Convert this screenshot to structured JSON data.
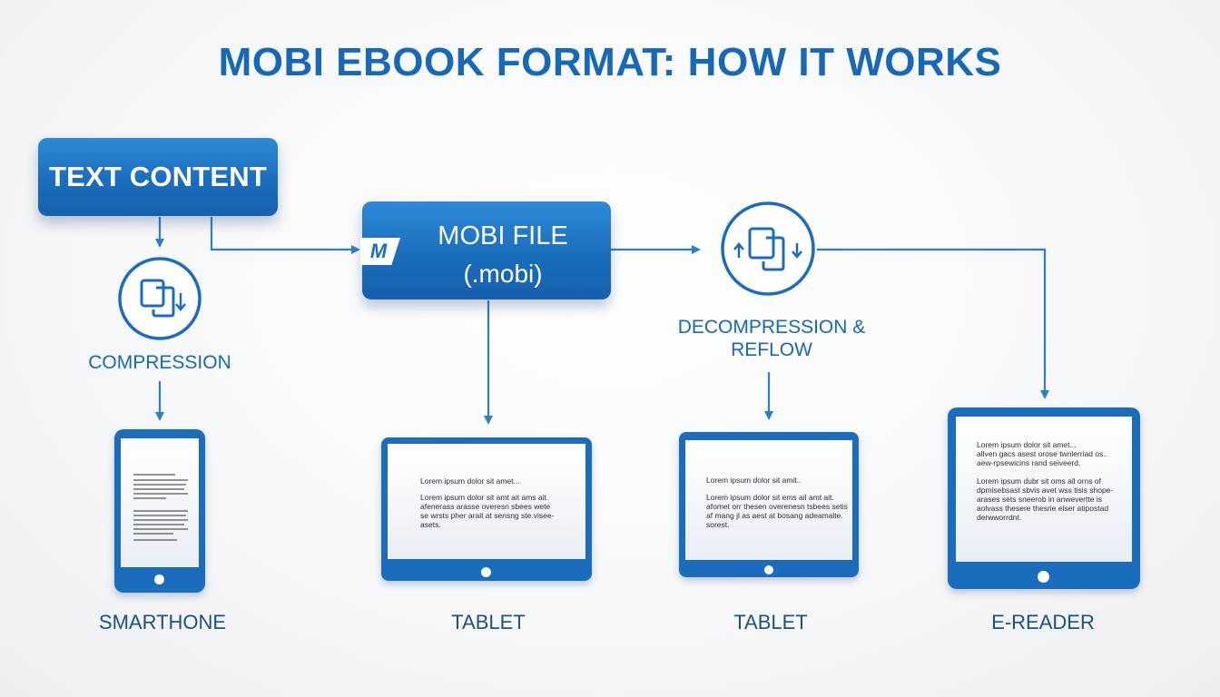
{
  "title": "MOBI EBOOK FORMAT: HOW IT WORKS",
  "nodes": {
    "text_content": "TEXT CONTENT",
    "mobi_file": "MOBI FILE",
    "mobi_ext": "(.mobi)",
    "mobi_logo": "M",
    "compression": "COMPRESSION",
    "decompression_line1": "DECOMPRESSION &",
    "decompression_line2": "REFLOW"
  },
  "devices": [
    {
      "label": "SMARTHONE"
    },
    {
      "label": "TABLET",
      "heading": "Lorem ipsum dolor sit amet...",
      "body": [
        "Lorem ipsum dolor sit amt ait ams ait.",
        "afenerass arasse overesn sbees wete",
        "se wrsts pher arait at sensng ste.visee-",
        "asets."
      ]
    },
    {
      "label": "TABLET",
      "heading": "Lorem ipsum dolor sit amit..",
      "body": [
        "Lorem ipsum dolor sit ems ail amt ait.",
        "afomet orr thesen overenesn tsbees setis",
        "af mang jl as aest at bosang adeamalte.",
        "sorest."
      ]
    },
    {
      "label": "E-READER",
      "heading": "Lorem ipsum dolor sit amet...",
      "heading2": "allven gacs asest orose twnlerriad os..",
      "heading3": "aew-rpsewicins rand seiveerd.",
      "body": [
        "Lorem ipsum dubr sit oms all orns of",
        "dpmisebsast sbvis avet wss tisis shope-",
        "arases sets sneerob in anwevertte is",
        "aolvass thesere thesrie elser atipostad",
        "derwworrdnt."
      ]
    }
  ],
  "colors": {
    "primary": "#1a6dbd",
    "primary_light": "#2e8ad8",
    "line": "#2f7dc8",
    "device_label": "#1e4f84",
    "screen": "#f2f5f9"
  },
  "icons": [
    "mobi-logo-icon",
    "compression-icon",
    "decompression-icon"
  ]
}
